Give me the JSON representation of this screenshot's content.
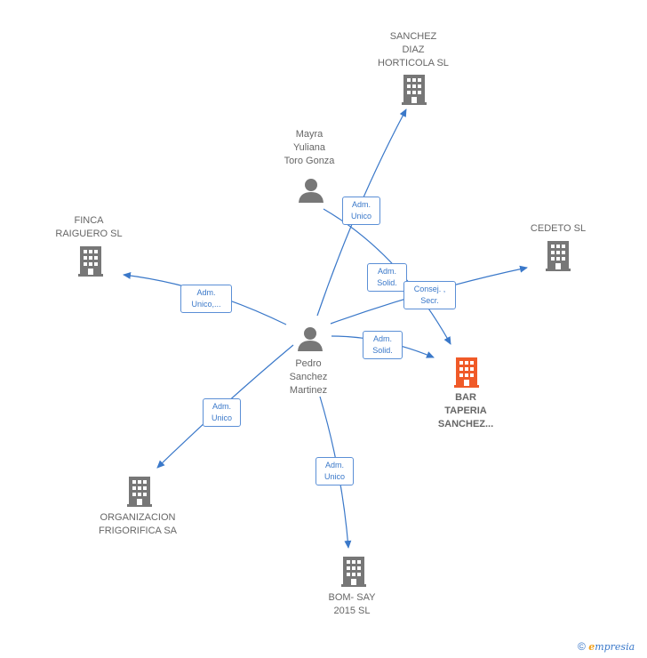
{
  "colors": {
    "edge": "#3a78c9",
    "node": "#777777",
    "highlight": "#f05a28"
  },
  "nodes": {
    "sanchez_diaz": {
      "label": "SANCHEZ\nDIAZ\nHORTICOLA SL",
      "icon": "building-icon"
    },
    "mayra": {
      "label": "Mayra\nYuliana\nToro Gonza",
      "icon": "person-icon"
    },
    "finca": {
      "label": "FINCA\nRAIGUERO SL",
      "icon": "building-icon"
    },
    "cedeto": {
      "label": "CEDETO  SL",
      "icon": "building-icon"
    },
    "pedro": {
      "label": "Pedro\nSanchez\nMartinez",
      "icon": "person-icon"
    },
    "bar": {
      "label": "BAR\nTAPERIA\nSANCHEZ...",
      "icon": "building-icon"
    },
    "organizacion": {
      "label": "ORGANIZACION\nFRIGORIFICA SA",
      "icon": "building-icon"
    },
    "bomsay": {
      "label": "BOM- SAY\n2015  SL",
      "icon": "building-icon"
    }
  },
  "edges": {
    "pedro_sanchez_diaz": "Adm.\nUnico",
    "mayra_bar": "Adm.\nSolid.",
    "pedro_finca": "Adm.\nUnico,...",
    "pedro_cedeto": "Consej. ,\nSecr.",
    "pedro_bar": "Adm.\nSolid.",
    "pedro_organizacion": "Adm.\nUnico",
    "pedro_bomsay": "Adm.\nUnico"
  },
  "footer": {
    "copyright": "©",
    "brand_e": "e",
    "brand_rest": "mpresia"
  }
}
